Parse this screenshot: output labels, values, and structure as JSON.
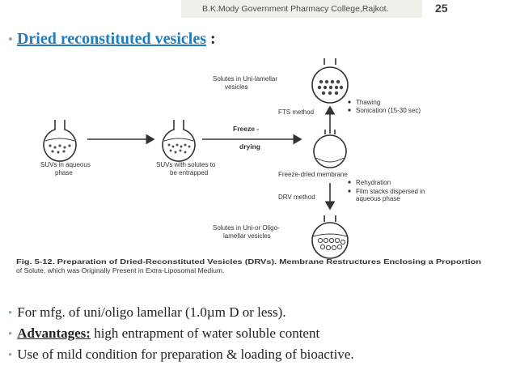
{
  "header": {
    "college": "B.K.Mody Government Pharmacy College,Rajkot.",
    "slide_number": "25"
  },
  "title": {
    "text": "Dried reconstituted vesicles",
    "suffix": " :"
  },
  "figure": {
    "top_label_1": "Solutes in Uni-lamellar",
    "top_label_2": "vesicles",
    "fts_method": "FTS method",
    "thawing": "Thawing",
    "sonication": "Sonication (15-30 sec)",
    "suv_label_1": "SUVs in aqueous",
    "suv_label_2": "phase",
    "suv_solute_1": "SUVs with solutes to",
    "suv_solute_2": "be entrapped",
    "freeze_1": "Freeze -",
    "freeze_2": "drying",
    "freeze_dried": "Freeze-dried membrane",
    "drv_method": "DRV method",
    "rehydration": "Rehydration",
    "film_1": "Film stacks dispersed in",
    "film_2": "aqueous phase",
    "bottom_label_1": "Solutes in Uni-or Oligo-",
    "bottom_label_2": "lamellar vesicles",
    "caption_1": "Fig. 5-12. Preparation of Dried-Reconstituted Vesicles (DRVs). Membrane Restructures Enclosing a Proportion",
    "caption_2": "of Solute, which was Originally Present in Extra-Liposomal Medium."
  },
  "bullets": {
    "b1": "For  mfg. of uni/oligo lamellar (1.0µm D or less).",
    "b2_label": "Advantages:",
    "b2_text": " high entrapment of water soluble content",
    "b3": "Use of mild condition for preparation & loading of bioactive."
  }
}
